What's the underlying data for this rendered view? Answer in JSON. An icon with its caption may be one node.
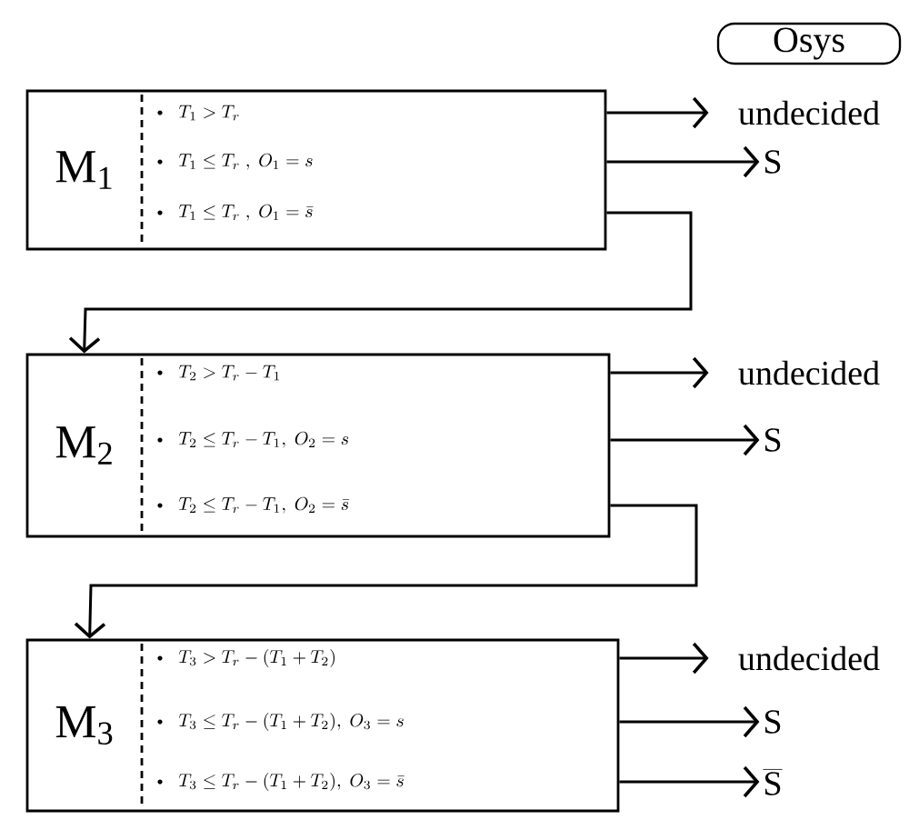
{
  "diagram": {
    "nodes": [
      {
        "text": [
          "Osys"
        ]
      },
      {
        "text": [
          "M$_{1}$",
          "T_1 > T_r",
          "T_1 \\le T_r \\;,\\; O_1 = s",
          "T_1 \\le T_r \\;,\\; O_1 = \\bar{s}"
        ]
      },
      {
        "text": [
          "undecided"
        ]
      },
      {
        "text": [
          "S"
        ]
      },
      {
        "text": [
          "M$_{2}$",
          "T_2 > T_r - T_1",
          "T_2 \\le T_r - T_1 ,\\; O_2 = s",
          "T_2 \\le T_r - T_1 ,\\; O_2 = \\bar{s}"
        ]
      },
      {
        "text": [
          "undecided"
        ]
      },
      {
        "text": [
          "S"
        ]
      },
      {
        "text": [
          "M$_{3}$",
          "T_3 > T_r - (T_1 + T_2)",
          "T_3 \\le T_r - (T_1 + T_2) ,\\; O_3 = s",
          "T_3 \\le T_r - (T_1 + T_2) ,\\; O_3 = \\bar{s}"
        ]
      },
      {
        "text": [
          "undecided"
        ]
      },
      {
        "text": [
          "S"
        ]
      },
      {
        "text": [
          "\\overline{\\mathrm{S}}"
        ]
      }
    ],
    "edges": [
      {
        "from": 1,
        "to": 2,
        "arrow": "to"
      },
      {
        "from": 1,
        "to": 3,
        "arrow": "to"
      },
      {
        "from": 1,
        "to": 4,
        "arrow": "to"
      },
      {
        "from": 4,
        "to": 5,
        "arrow": "to"
      },
      {
        "from": 4,
        "to": 6,
        "arrow": "to"
      },
      {
        "from": 4,
        "to": 7,
        "arrow": "to"
      },
      {
        "from": 7,
        "to": 8,
        "arrow": "to"
      },
      {
        "from": 7,
        "to": 9,
        "arrow": "to"
      },
      {
        "from": 7,
        "to": 10,
        "arrow": "to"
      }
    ]
  }
}
